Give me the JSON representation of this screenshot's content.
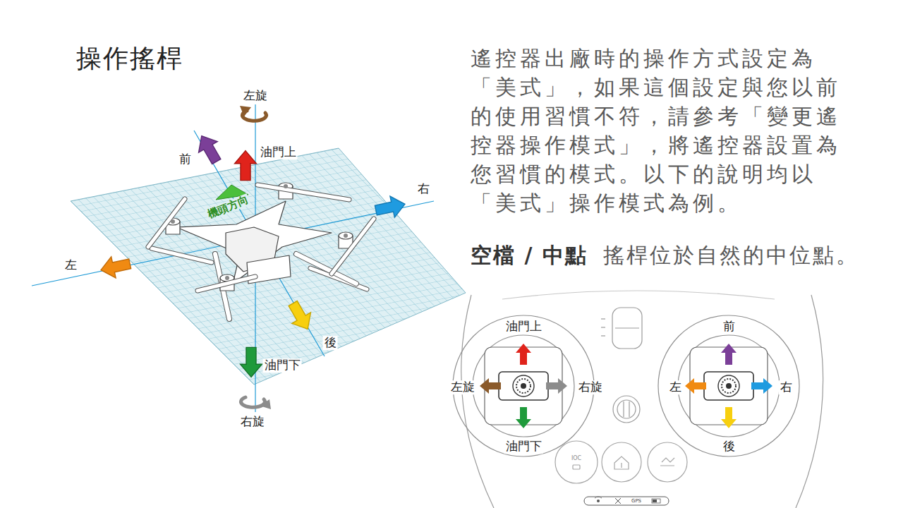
{
  "diagram": {
    "title": "操作搖桿",
    "labels": [
      "遙控器出廠時的操作方式設定為「美式」，如果這個設定與您以前的使用習慣不符，請參考「變更遙控器操作模式」，將遙控器設置為您習慣的模式。以下的說明均以「美式」操作模式為例。",
      "空檔 / 中點",
      "搖桿位於自然的中位點。",
      "左旋",
      "前",
      "油門上",
      "機頭方向",
      "右",
      "左",
      "後",
      "油門下",
      "右旋",
      "油門上",
      "左旋",
      "右旋",
      "油門下",
      "前",
      "左",
      "右",
      "後",
      "IOC",
      "GPS"
    ]
  }
}
